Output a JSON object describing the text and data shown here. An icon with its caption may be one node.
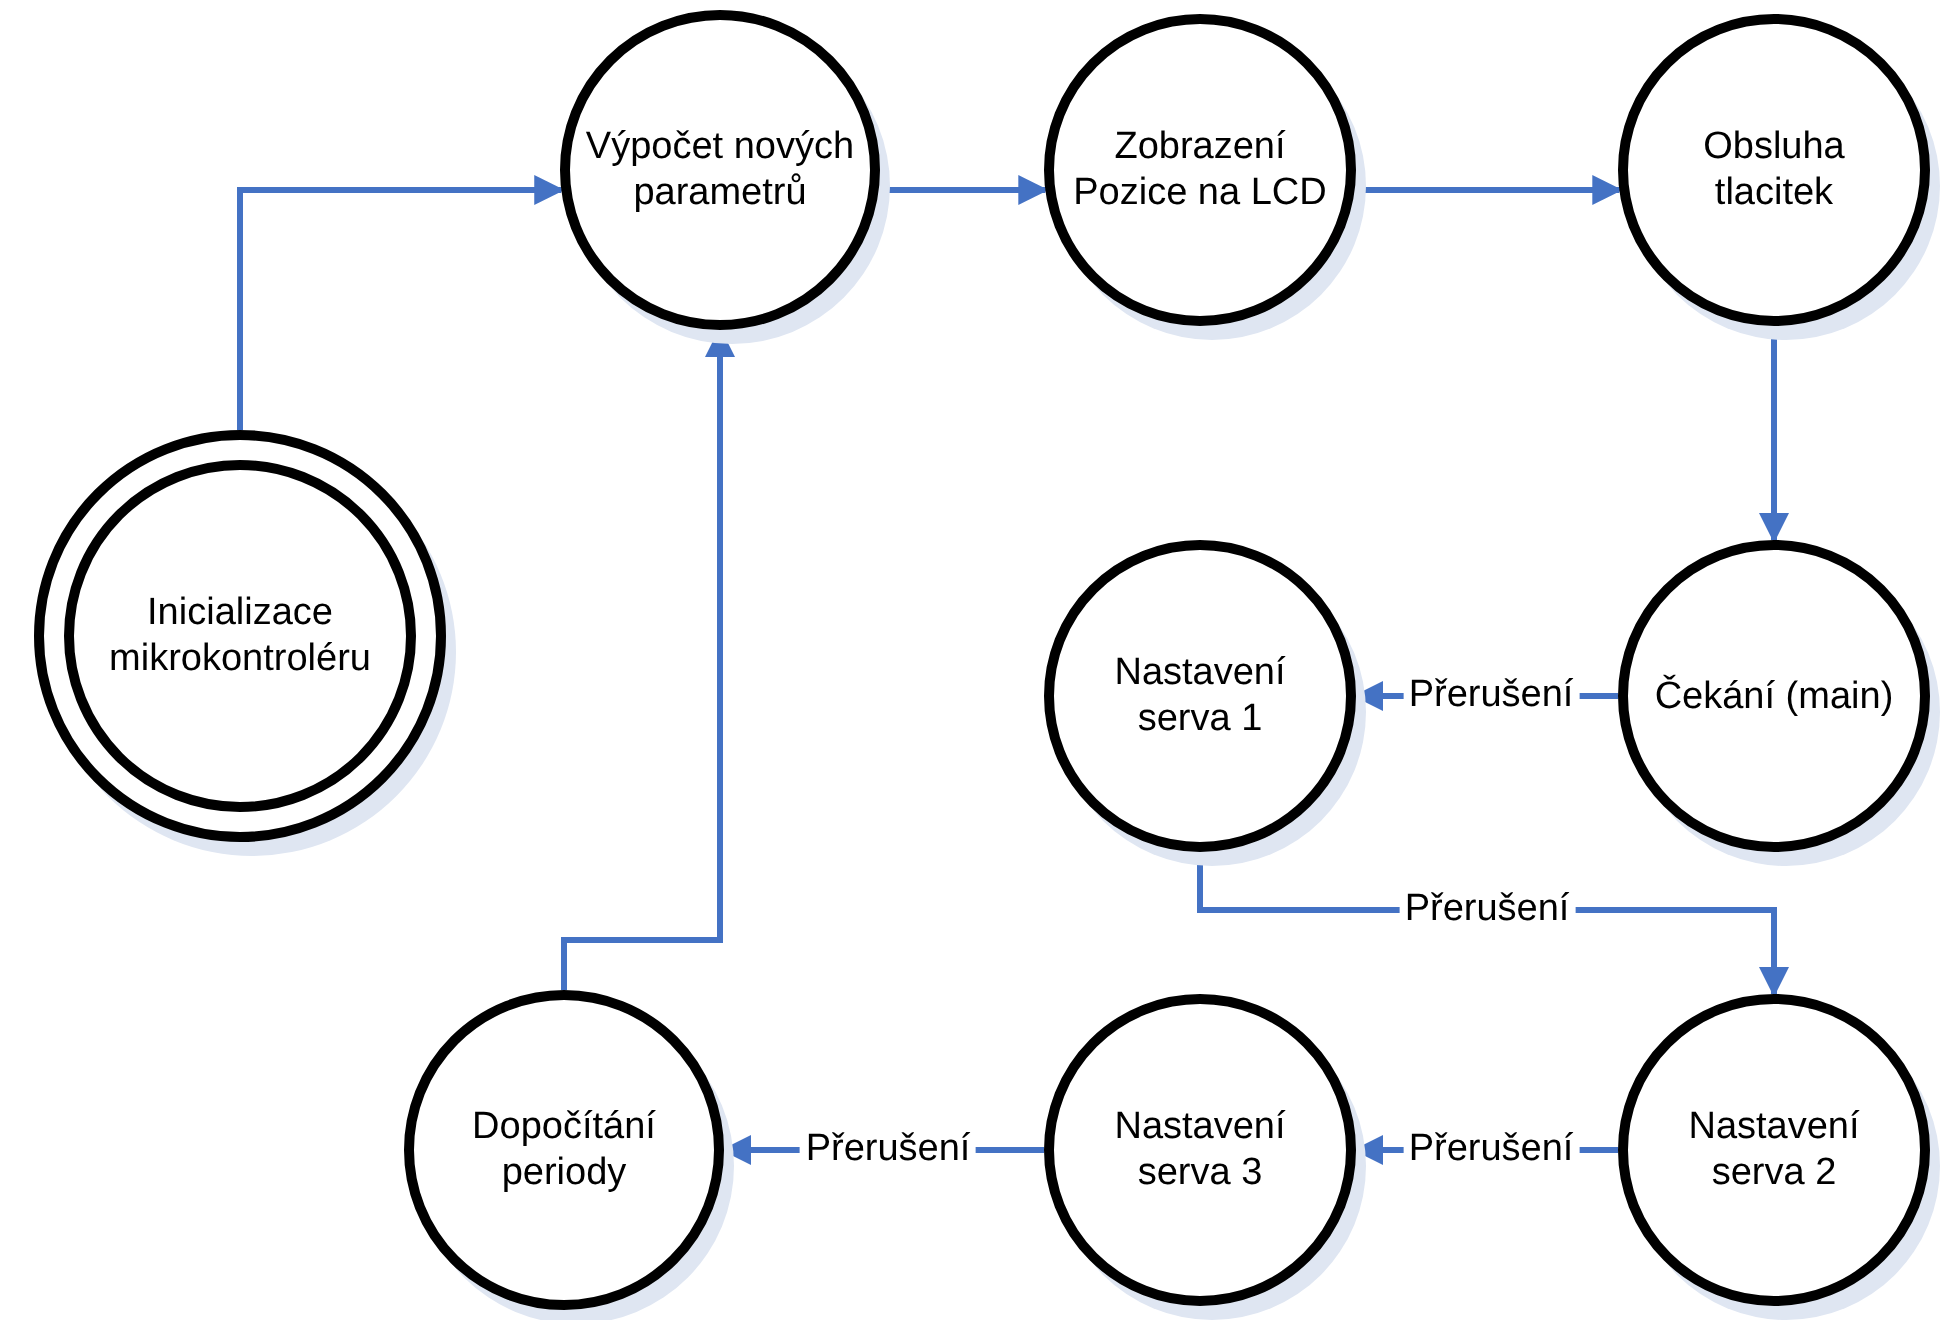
{
  "diagram": {
    "nodes": [
      {
        "text": [
          "Inicializace mikrokontroléru"
        ]
      },
      {
        "text": [
          "Výpočet nových parametrů"
        ]
      },
      {
        "text": [
          "Zobrazení Pozice na LCD"
        ]
      },
      {
        "text": [
          "Obsluha tlacitek"
        ]
      },
      {
        "text": [
          "Čekání (main)"
        ]
      },
      {
        "text": [
          "Nastavení serva 1"
        ]
      },
      {
        "text": [
          "Nastavení serva 2"
        ]
      },
      {
        "text": [
          "Nastavení serva 3"
        ]
      },
      {
        "text": [
          "Dopočítání periody"
        ]
      }
    ],
    "edges": [
      {
        "from": 0,
        "to": 1,
        "arrow": "to"
      },
      {
        "from": 1,
        "to": 2,
        "arrow": "to"
      },
      {
        "from": 2,
        "to": 3,
        "arrow": "to"
      },
      {
        "from": 3,
        "to": 4,
        "arrow": "to"
      },
      {
        "from": 4,
        "to": 5,
        "arrow": "to",
        "label": "Přerušení"
      },
      {
        "from": 5,
        "to": 6,
        "arrow": "to",
        "label": "Přerušení"
      },
      {
        "from": 6,
        "to": 7,
        "arrow": "to",
        "label": "Přerušení"
      },
      {
        "from": 7,
        "to": 8,
        "arrow": "to",
        "label": "Přerušení"
      },
      {
        "from": 8,
        "to": 1,
        "arrow": "to"
      }
    ]
  }
}
